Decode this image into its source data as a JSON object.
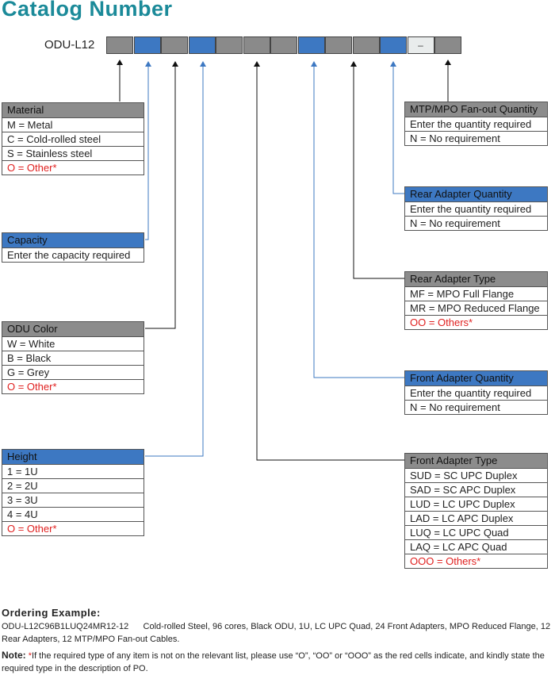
{
  "title": "Catalog Number",
  "code_prefix": "ODU-L12",
  "strip": [
    {
      "color": "gray",
      "text": ""
    },
    {
      "color": "blue",
      "text": ""
    },
    {
      "color": "gray",
      "text": ""
    },
    {
      "color": "blue",
      "text": ""
    },
    {
      "color": "gray",
      "text": ""
    },
    {
      "color": "gray",
      "text": ""
    },
    {
      "color": "gray",
      "text": ""
    },
    {
      "color": "blue",
      "text": ""
    },
    {
      "color": "gray",
      "text": ""
    },
    {
      "color": "gray",
      "text": ""
    },
    {
      "color": "blue",
      "text": ""
    },
    {
      "color": "light",
      "text": "–"
    },
    {
      "color": "gray",
      "text": ""
    }
  ],
  "material": {
    "header": "Material",
    "rows": [
      "M = Metal",
      "C  =  Cold-rolled steel",
      "S  =  Stainless steel",
      "O = Other*"
    ]
  },
  "capacity": {
    "header": "Capacity",
    "rows": [
      "Enter the capacity required"
    ]
  },
  "odu_color": {
    "header": "ODU Color",
    "rows": [
      "W = White",
      " B = Black",
      "G = Grey",
      "O = Other*"
    ]
  },
  "height": {
    "header": "Height",
    "rows": [
      "1 = 1U",
      "2 = 2U",
      "3 = 3U",
      "4 = 4U",
      "O = Other*"
    ]
  },
  "mtp": {
    "header": "MTP/MPO Fan-out Quantity",
    "rows": [
      "Enter the quantity required",
      "N = No requirement"
    ]
  },
  "rear_qty": {
    "header": "Rear Adapter Quantity",
    "rows": [
      "Enter the quantity required",
      "N = No requirement"
    ]
  },
  "rear_type": {
    "header": "Rear Adapter Type",
    "rows": [
      "MF = MPO Full Flange",
      "MR = MPO Reduced Flange",
      "OO = Others*"
    ]
  },
  "front_qty": {
    "header": "Front Adapter Quantity",
    "rows": [
      "Enter the quantity required",
      "N = No requirement"
    ]
  },
  "front_type": {
    "header": "Front Adapter Type",
    "rows": [
      "SUD = SC UPC Duplex",
      "SAD = SC APC Duplex",
      "LUD = LC UPC Duplex",
      "LAD = LC APC Duplex",
      "LUQ = LC UPC Quad",
      "LAQ = LC APC Quad",
      "OOO = Others*"
    ]
  },
  "ordering": {
    "title": "Ordering Example:",
    "code": "ODU-L12C96B1LUQ24MR12-12",
    "desc": "Cold-rolled Steel, 96 cores, Black ODU, 1U, LC UPC Quad, 24 Front Adapters, MPO Reduced Flange, 12 Rear Adapters, 12 MTP/MPO Fan-out Cables."
  },
  "note": {
    "label": "Note:",
    "star": "*",
    "text": "If the required type of any item is not on the relevant list, please use “O”, “OO” or “OOO” as the red cells indicate, and kindly state the required type in the description of PO."
  },
  "colors": {
    "teal": "#1b8a99",
    "blue": "#3d78c2",
    "gray": "#8c8c8c",
    "red": "#e0201f"
  }
}
